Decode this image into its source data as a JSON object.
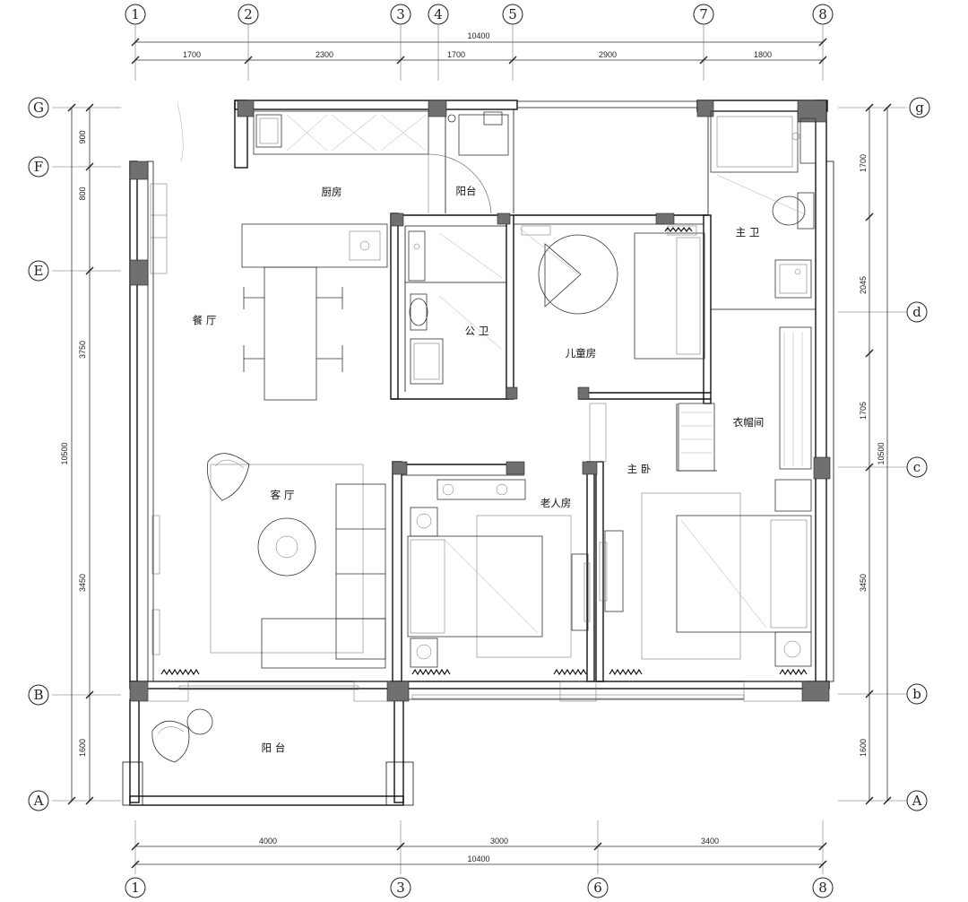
{
  "grid": {
    "top_axes": [
      "1",
      "2",
      "3",
      "4",
      "5",
      "7",
      "8"
    ],
    "bottom_axes": [
      "1",
      "3",
      "6",
      "8"
    ],
    "left_axes": [
      "G",
      "F",
      "E",
      "B",
      "A"
    ],
    "right_axes": [
      "g",
      "d",
      "c",
      "b",
      "A"
    ]
  },
  "dimensions": {
    "top_total": "10400",
    "top_segments": [
      "1700",
      "2300",
      "1700",
      "2900",
      "1800"
    ],
    "bottom_total": "10400",
    "bottom_segments": [
      "4000",
      "3000",
      "3400"
    ],
    "left_total": "10500",
    "left_segments": [
      "900",
      "800",
      "3750",
      "3450",
      "1600"
    ],
    "right_total": "10500",
    "right_segments": [
      "1700",
      "2045",
      "1705",
      "3450",
      "1600"
    ]
  },
  "rooms": {
    "kitchen": "厨房",
    "kitchen_balcony": "阳台",
    "dining": "餐 厅",
    "public_bath": "公 卫",
    "kids_room": "儿童房",
    "master_bath": "主 卫",
    "walk_in_closet": "衣帽间",
    "living": "客 厅",
    "elder_room": "老人房",
    "master_bedroom": "主 卧",
    "south_balcony": "阳 台"
  }
}
